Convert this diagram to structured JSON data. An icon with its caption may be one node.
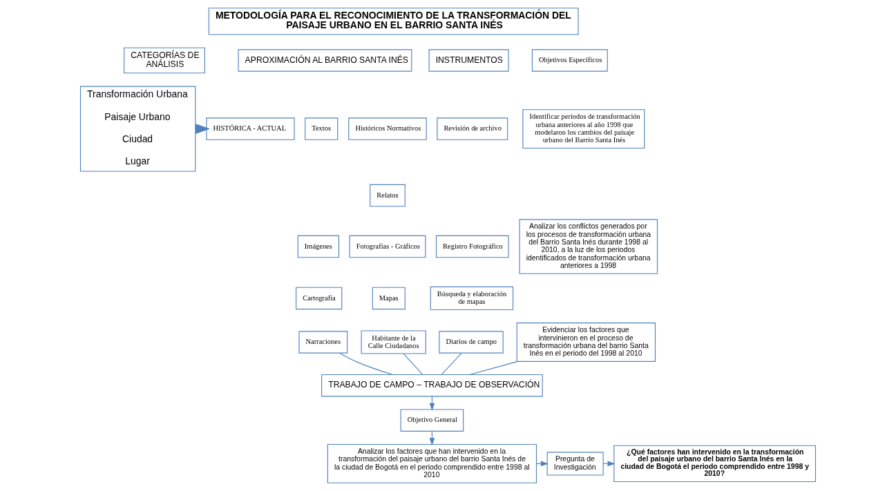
{
  "diagram": {
    "nodes": [
      {
        "text": [
          "METODOLOGÍA PARA EL RECONOCIMIENTO DE LA TRANSFORMACIÓN DEL PAISAJE URBANO EN EL BARRIO SANTA INÉS"
        ]
      },
      {
        "text": [
          "CATEGORÍAS DE ANÁLISIS"
        ]
      },
      {
        "text": [
          "Transformación Urbana",
          "Paisaje Urbano",
          "Ciudad",
          "Lugar"
        ]
      },
      {
        "text": [
          "APROXIMACIÓN AL BARRIO SANTA INÉS"
        ]
      },
      {
        "text": [
          "HISTÓRICA - ACTUAL"
        ]
      },
      {
        "text": [
          "Textos"
        ]
      },
      {
        "text": [
          "Históricos Normativos"
        ]
      },
      {
        "text": [
          "Relatos"
        ]
      },
      {
        "text": [
          "Imágenes"
        ]
      },
      {
        "text": [
          "Fotografías - Gráficos"
        ]
      },
      {
        "text": [
          "Cartografía"
        ]
      },
      {
        "text": [
          "Mapas"
        ]
      },
      {
        "text": [
          "Narraciones"
        ]
      },
      {
        "text": [
          "Habitante de la Calle Ciudadanos"
        ]
      },
      {
        "text": [
          "INSTRUMENTOS"
        ]
      },
      {
        "text": [
          "Revisión de archivo"
        ]
      },
      {
        "text": [
          "Registro Fotográfico"
        ]
      },
      {
        "text": [
          "Búsqueda y elaboración de mapas"
        ]
      },
      {
        "text": [
          "Diarios de campo"
        ]
      },
      {
        "text": [
          "Objetivos Específicos"
        ]
      },
      {
        "text": [
          "Identificar periodos de transformación urbana anteriores al año 1998 que modelaron los cambios del paisaje urbano del Barrio Santa Inés"
        ]
      },
      {
        "text": [
          "Analizar los conflictos generados por los procesos de transformación urbana del Barrio Santa Inés durante 1998 al 2010, a la luz de los periodos identificados de transformación urbana anteriores a 1998"
        ]
      },
      {
        "text": [
          "Evidenciar los factores que intervinieron en el proceso de transformación urbana del barrio Santa Inés en el periodo del 1998 al 2010"
        ]
      },
      {
        "text": [
          "TRABAJO DE CAMPO – TRABAJO DE OBSERVACIÓN"
        ]
      },
      {
        "text": [
          "Objetivo General"
        ]
      },
      {
        "text": [
          "Analizar los factores que han intervenido en la transformación del paisaje urbano del barrio Santa Inés de la ciudad de Bogotá en el periodo comprendido entre 1998 al 2010"
        ]
      },
      {
        "text": [
          "Pregunta de Investigación"
        ]
      },
      {
        "text": [
          "¿Qué factores han intervenido en la transformación del paisaje urbano del barrio Santa Inés en la ciudad de Bogotá el periodo comprendido entre 1998 y 2010?"
        ]
      }
    ],
    "edges": [
      {
        "from": 2,
        "to": 4,
        "arrow": "to",
        "style": "thick"
      },
      {
        "from": 12,
        "to": 23,
        "arrow": "none"
      },
      {
        "from": 13,
        "to": 23,
        "arrow": "none"
      },
      {
        "from": 18,
        "to": 23,
        "arrow": "none"
      },
      {
        "from": 22,
        "to": 23,
        "arrow": "none"
      },
      {
        "from": 23,
        "to": 24,
        "arrow": "to"
      },
      {
        "from": 24,
        "to": 25,
        "arrow": "to"
      },
      {
        "from": 25,
        "to": 26,
        "arrow": "to"
      },
      {
        "from": 26,
        "to": 27,
        "arrow": "to"
      }
    ]
  }
}
